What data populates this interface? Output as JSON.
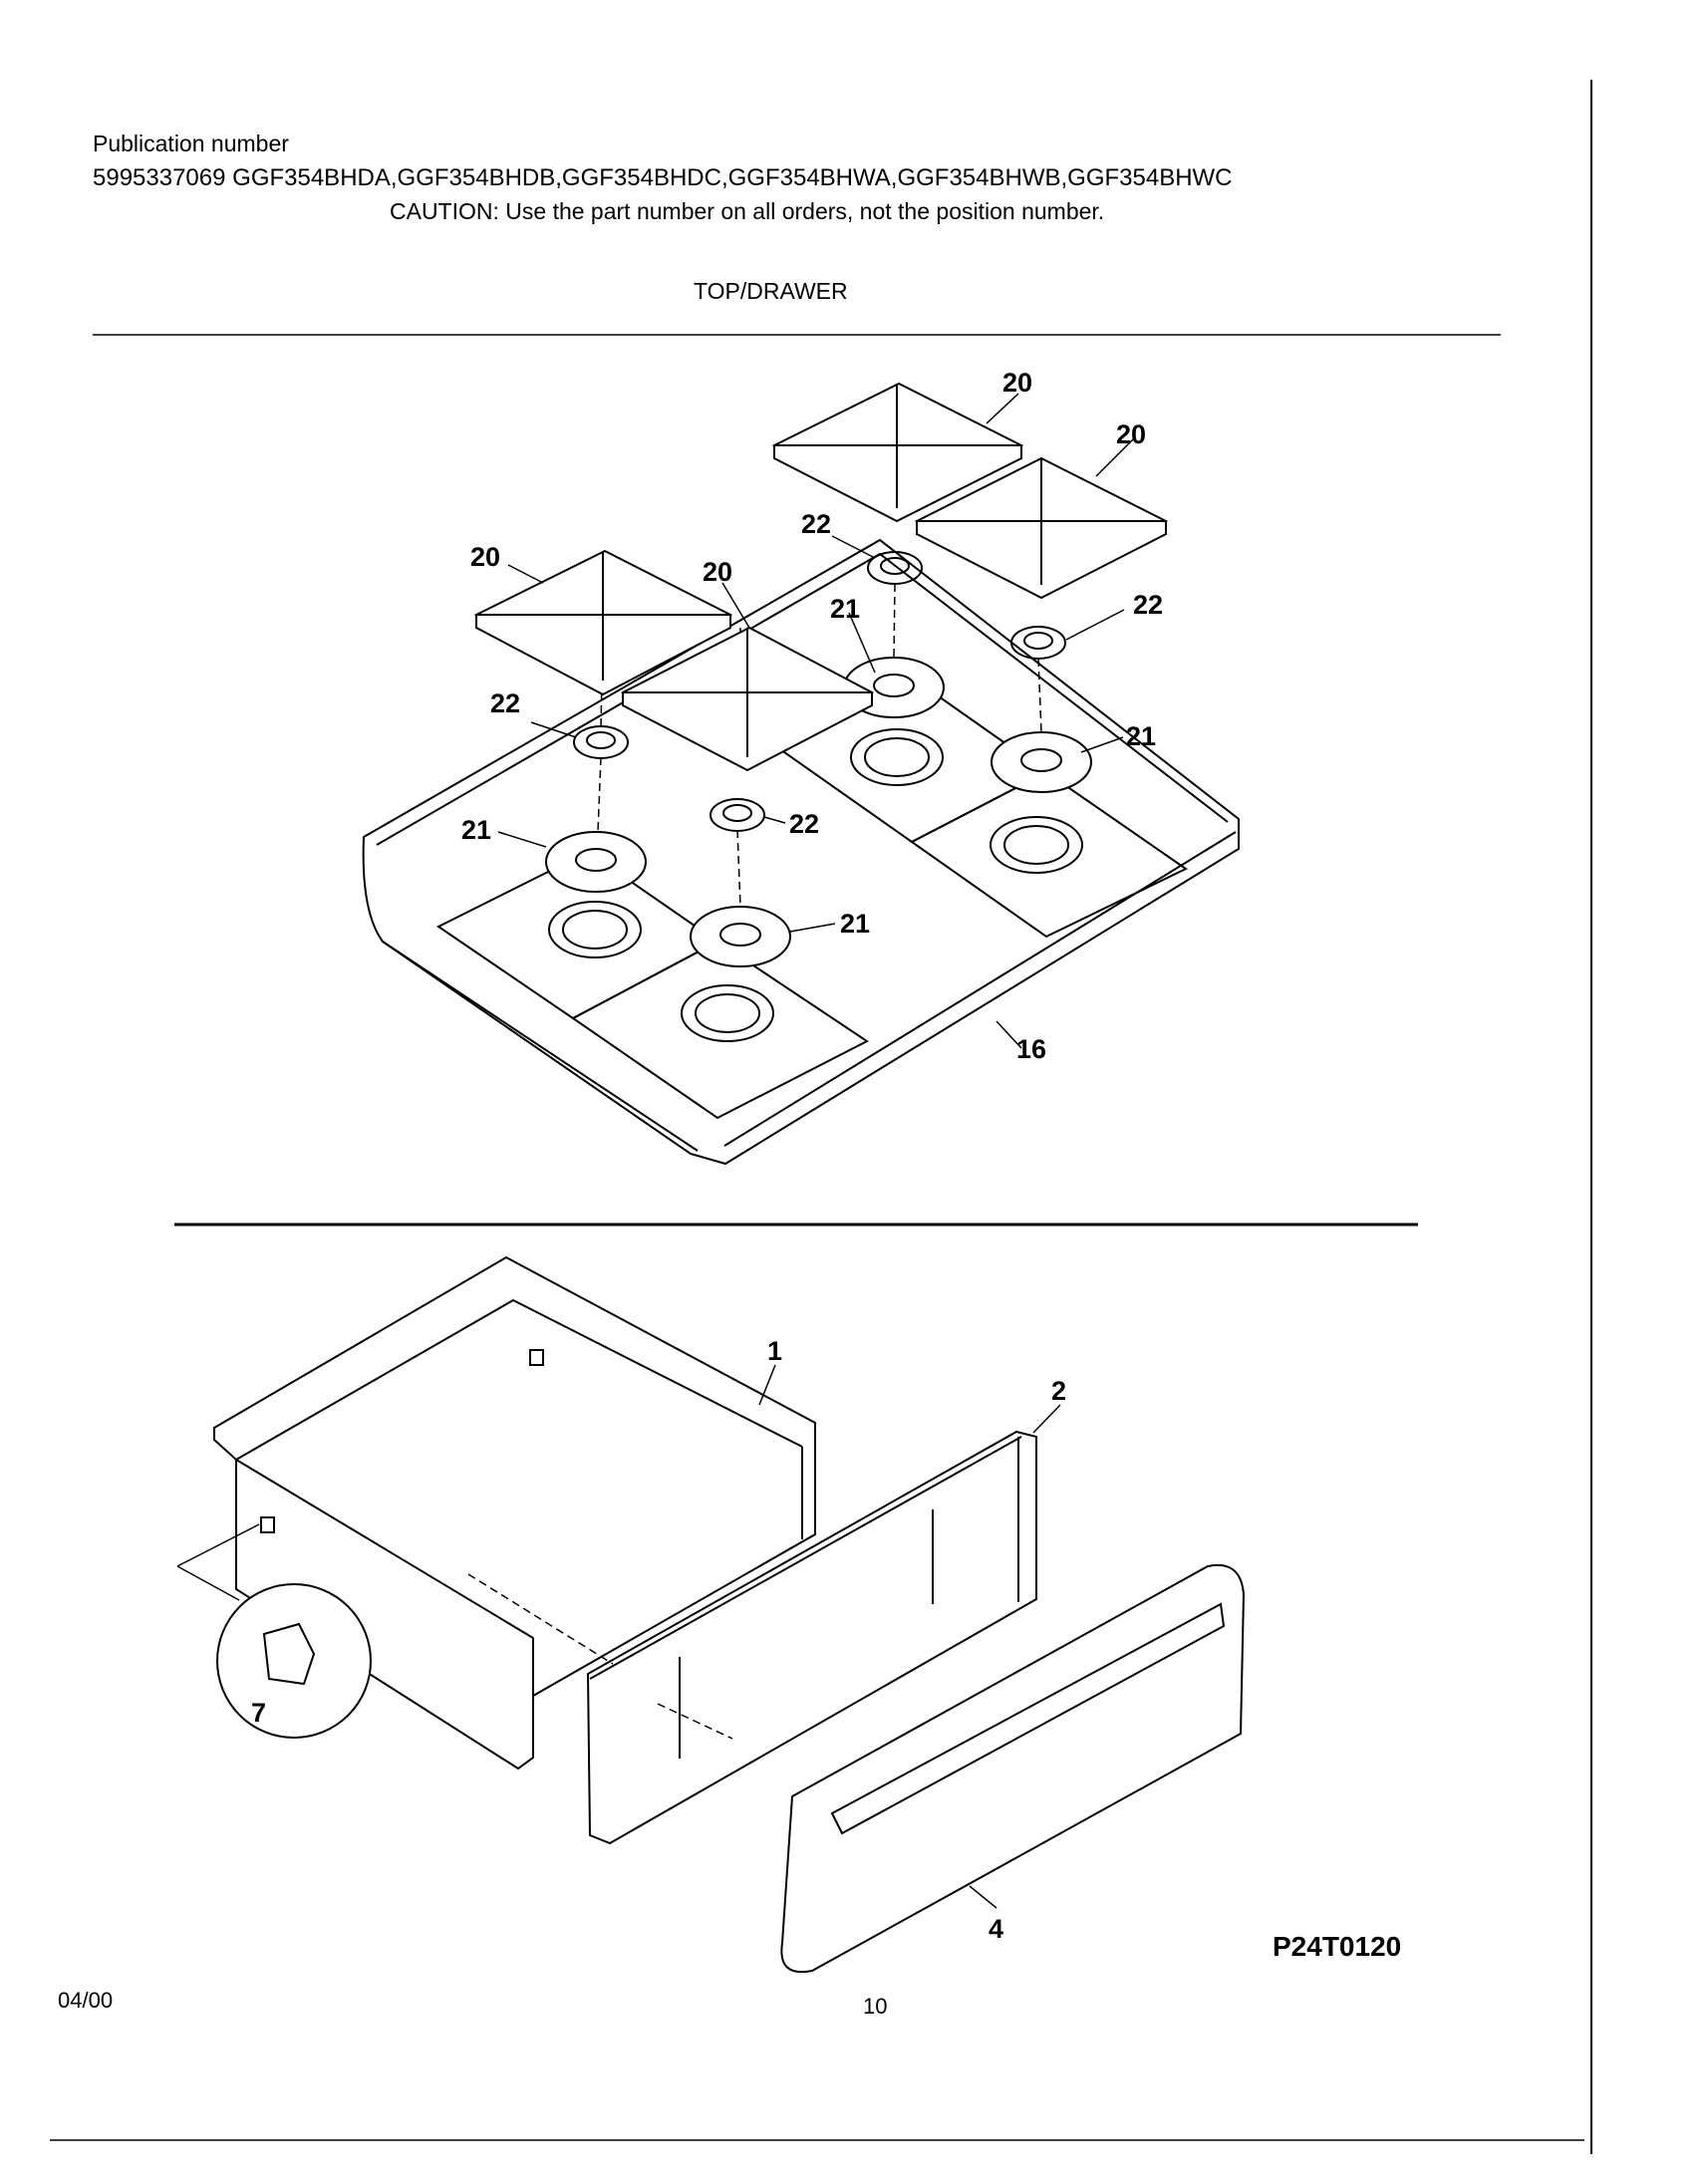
{
  "header": {
    "publication_label": "Publication number",
    "publication_line": "5995337069  GGF354BHDA,GGF354BHDB,GGF354BHDC,GGF354BHWA,GGF354BHWB,GGF354BHWC",
    "caution": "CAUTION:  Use the part number on all orders, not the position number.",
    "section_title": "TOP/DRAWER"
  },
  "diagram": {
    "code": "P24T0120",
    "top_assembly_callouts": [
      "20",
      "20",
      "20",
      "20",
      "22",
      "22",
      "22",
      "22",
      "21",
      "21",
      "21",
      "21",
      "16"
    ],
    "drawer_assembly_callouts": [
      "1",
      "2",
      "4",
      "7"
    ]
  },
  "footer": {
    "date": "04/00",
    "page_number": "10"
  }
}
